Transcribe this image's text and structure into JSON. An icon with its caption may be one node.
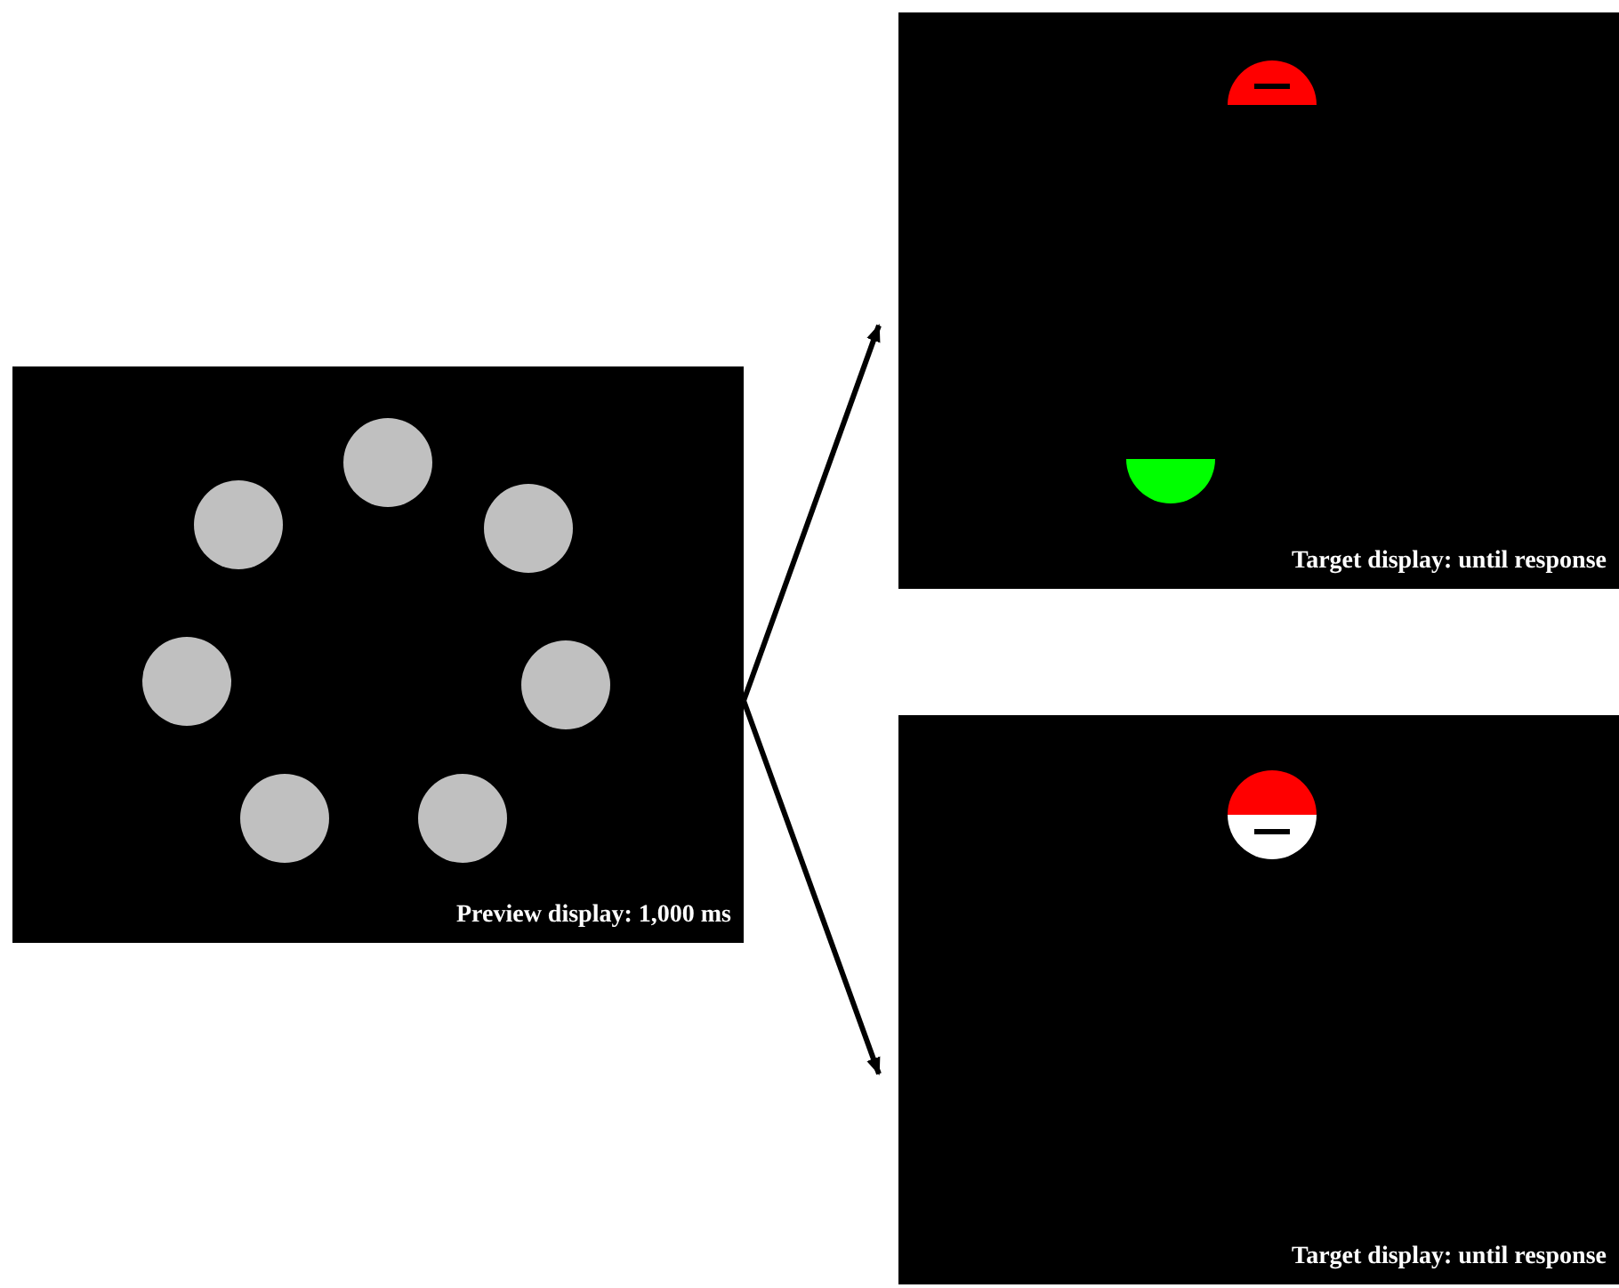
{
  "diagram": {
    "nodes": [
      {
        "text": [
          "Preview display: 1,000 ms"
        ]
      },
      {
        "text": [
          "Target display: until response"
        ]
      },
      {
        "text": [
          "Target display: until response"
        ]
      }
    ],
    "edges": [
      {
        "from": 0,
        "to": 1,
        "arrow": "to"
      },
      {
        "from": 0,
        "to": 2,
        "arrow": "to"
      }
    ]
  }
}
